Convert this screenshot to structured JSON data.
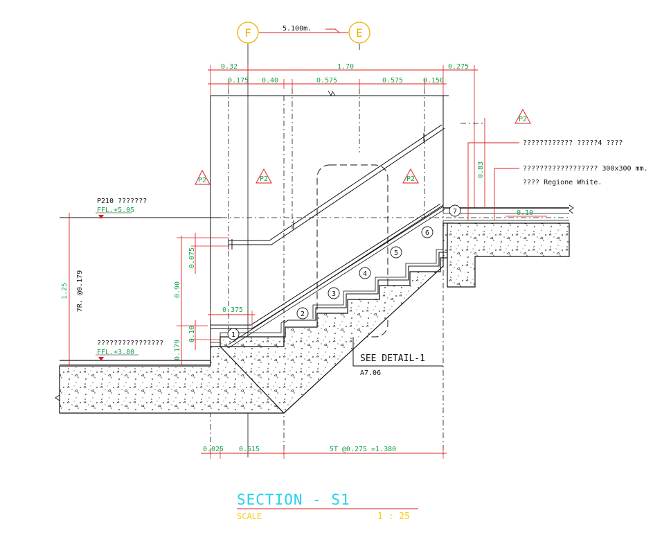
{
  "grid": {
    "left_bubble": "F",
    "right_bubble": "E",
    "span_label": "5.100m."
  },
  "dims_top_row1": [
    "0.32",
    "1.70",
    "0.275"
  ],
  "dims_top_row2": [
    "0.175",
    "0.40",
    "0.575",
    "0.575",
    "0.150"
  ],
  "dims_bottom": [
    "0.025",
    "0.615",
    "5T @0.275 =1.380"
  ],
  "dims_vertical": {
    "total_height": "1.25",
    "riser_note": "7R. @0.179",
    "handrail_height": "0.90",
    "rail_gap": "0.075",
    "first_riser": "0.179",
    "bottom_offset": "0.10",
    "landing_rail": "0.83"
  },
  "handrail_projection": "0.375",
  "landing_offset": "0.10",
  "levels": {
    "upper_name": "P210 ???????",
    "upper_ffl": "FFL.+5.05",
    "lower_name": "????????????????",
    "lower_ffl": "FFL.+3.80"
  },
  "finish_tag": "P2",
  "step_numbers": [
    "1",
    "2",
    "3",
    "4",
    "5",
    "6",
    "7"
  ],
  "notes": [
    "???????????? ?????4 ????",
    "?????????????????? 300x300 mm.",
    "???? Regione White."
  ],
  "detail": {
    "label": "SEE DETAIL-1",
    "sheet": "A7.06"
  },
  "title": {
    "text": "SECTION - S1",
    "scale_label": "SCALE",
    "scale_value": "1 : 25"
  },
  "colors": {
    "line": "#111111",
    "dimension": "#16a34a",
    "leader": "#e11d1d",
    "title": "#22d3ee",
    "scale": "#facc15"
  }
}
